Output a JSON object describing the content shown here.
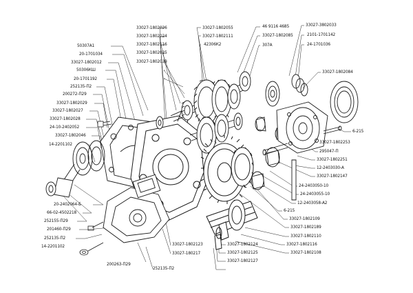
{
  "diagram": {
    "labels": {
      "l01": "50307А1",
      "l02": "20-1701034",
      "l03": "33027-1802012",
      "l04": "50306КШ",
      "l05": "20-1701192",
      "l06": "252135-П2",
      "l07": "200272-П29",
      "l08": "33027-1802029",
      "l09": "33027-1802027",
      "l10": "33027-1802028",
      "l11": "24-10-2402052",
      "l12": "33027-1802046",
      "l13": "14-2201102",
      "l14": "20-2402064-Б",
      "l15": "66-02-4502218",
      "l16": "252155-П29",
      "l17": "201460-П29",
      "l18": "252135-П2",
      "l19": "14-2201102",
      "l20": "200263-П29",
      "l21": "252135-П2",
      "l22": "33027-1802026",
      "l23": "33027-1802024",
      "l24": "33027-1802116",
      "l25": "33027-1802025",
      "l26": "33027-1802039",
      "l27": "33027-1802055",
      "l28": "33027-1802111",
      "l29": "42306К2",
      "l30": "46 9116 4685",
      "l31": "33027-1802085",
      "l32": "307А",
      "l33": "33027-3802033",
      "l34": "2101-1701142",
      "l35": "24-1701036",
      "l36": "33027-1802084",
      "l37": "6-215",
      "l38": "33027-1802253",
      "l39": "295047-П",
      "l40": "33027-1802251",
      "l41": "12-2403030-А",
      "l42": "33027-1802147",
      "l43": "24-2403050-10",
      "l44": "24-2403055-10",
      "l45": "12-2403058-А2",
      "l46": "6-215",
      "l47": "33027-1802109",
      "l48": "33027-1802189",
      "l49": "33027-1802110",
      "l50": "33027-1802116",
      "l51": "33027-1802108",
      "l52": "33027-1802123",
      "l53": "33027-1802124",
      "l54": "33027-1802125",
      "l55": "33027-1802127",
      "l56": "33027-180217"
    }
  }
}
